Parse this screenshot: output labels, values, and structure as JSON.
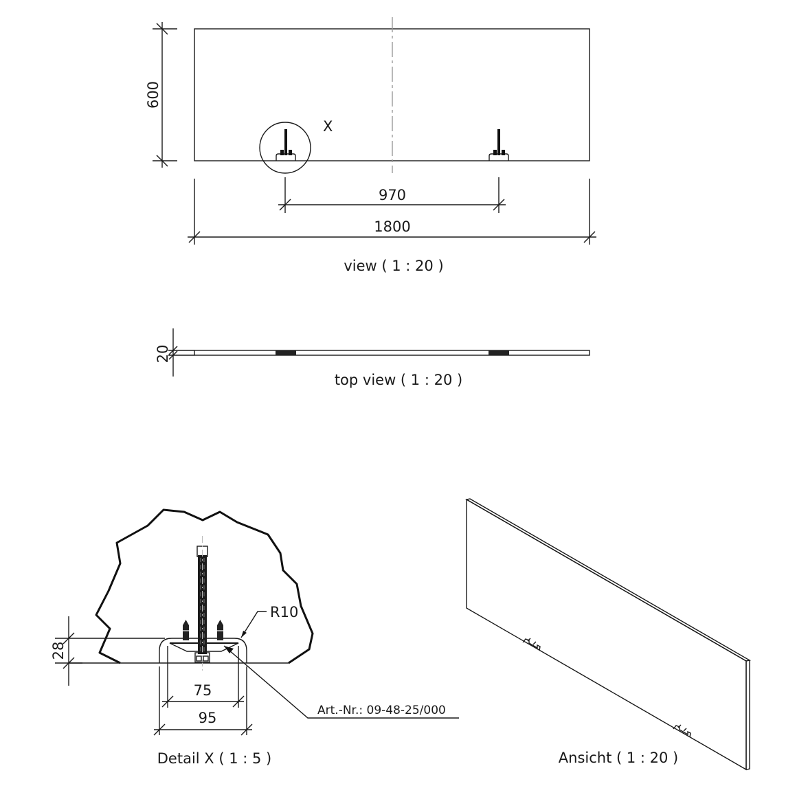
{
  "views": {
    "front": {
      "caption": "view ( 1 : 20 )",
      "height_dim": "600",
      "spacing_dim": "970",
      "width_dim": "1800",
      "detail_marker": "X"
    },
    "top": {
      "caption": "top view ( 1 : 20 )",
      "thickness_dim": "20"
    },
    "detail": {
      "caption": "Detail X ( 1 : 5 )",
      "height_dim": "28",
      "inner_width_dim": "75",
      "outer_width_dim": "95",
      "radius_label": "R10",
      "article_label": "Art.-Nr.: 09-48-25/000"
    },
    "iso": {
      "caption": "Ansicht ( 1 : 20 )"
    }
  },
  "colors": {
    "line": "#1a1a1a",
    "centerline": "#9a9a9a",
    "background": "#ffffff"
  }
}
